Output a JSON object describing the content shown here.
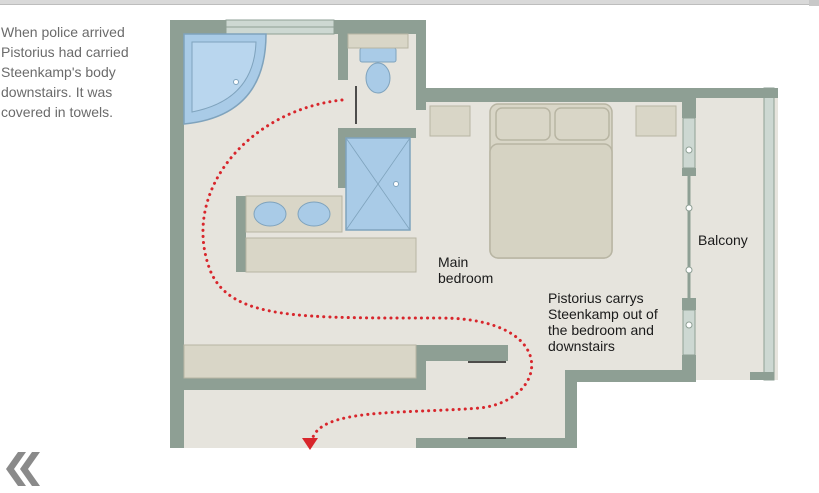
{
  "caption": {
    "lines": [
      "When police arrived",
      "Pistorius had carried",
      "Steenkamp's body",
      "downstairs. It was",
      "covered in towels."
    ]
  },
  "plan": {
    "room_labels": {
      "main_bedroom": [
        "Main",
        "bedroom"
      ],
      "balcony": "Balcony"
    },
    "route_note": [
      "Pistorius carrys",
      "Steenkamp out of",
      "the bedroom and",
      "downstairs"
    ],
    "route_arrow": "down-arrow-icon"
  },
  "navigation": {
    "back_icon": "double-chevron-left-icon"
  },
  "colors": {
    "wall": "#8e9f94",
    "floor": "#e6e4dd",
    "furniture": "#d9d6c7",
    "furniture_stroke": "#b8b5a3",
    "water": "#a9cbe7",
    "route": "#d8262c",
    "label_text": "#1a1a1a",
    "caption_text": "#6b6b6b",
    "nav_icon": "#8a8a8a"
  }
}
